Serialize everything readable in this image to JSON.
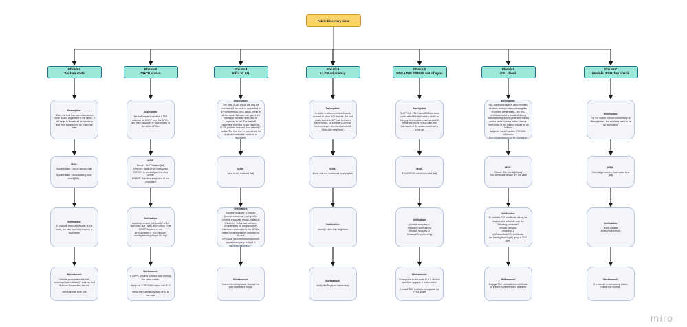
{
  "root": {
    "title": "Fabric Discovery issue"
  },
  "checks": [
    {
      "line1": "Check:1",
      "line2": "System state",
      "description": "When the leaf has been allocated a Node ID and registered to the fabric, it will begin to download its bootstrap and then transition to an in-service state.",
      "msg": "System state - out-of-service [fail]\n\nSystem state - downloading-boot-script [FAIL]",
      "verification": "To validate the current state of the node, the user can run moquery -c topSystem",
      "workaround": "Validate parameters like role, bootstrapState/infaand IP address and if above Parameters are not\n\ncheck anmail from leaf"
    },
    {
      "line1": "Check:2",
      "line2": "DHCP status",
      "description": "the leaf needs to receive a TEP address via DHCP from the APIC1 and then establish IP connectivity to the other APICs.",
      "msg": "Check - DHCP status [fail]\nERROR: node Id not configured\nERROR: Ip not assigned by dhcp server\nERROR: Address assigner's IP not populated",
      "verification": "tcpdump -ni kpm_inb port 67 or 68\napic1# ps aux | grep dhcp check if the DHCP is active or not\nAPIC# egrep -F \"IDC dhcpdx\" /var/log/dme/log/dhcpd.bin.log*",
      "workaround": "If DHPC process is active and working for other nodes\n\nVerify the TCPDUMP output with TAC\n\nVerify the reachability from APIC to that node"
    },
    {
      "line1": "Check:3",
      "line2": "Infra VLAN",
      "description": "The Infra VLAN check will only be successful if the node is connected to a Pod where an APIC exists. If this is not the case, the user can ignore the message because the check is expected to fail. The leaf will determine the infra VLAN based on LLDP packets received from other ACI nodes. The first one it receives will be accepted when the switch is in discovery.",
      "msg": "Infra VLAN received [fail]",
      "verification": "(none)# moquery -c lldpInst\n(none)# show vlan | egrep infra\n(none)# show vlan encap-id start-id\nIf the infra VLAN has not been programmed on the switchport interfaces connected to the APICs, check for wiring issues detected by the leaf.\nAPIC#cat /proc/net/bonding/bond0\n(none)# moquery -c lldpIf -f 'lldp.If.wiringIssues!=\"\"'",
      "workaround": "Check the wiring issue, Bounce the port connected to apic"
    },
    {
      "line1": "Check:4",
      "line2": "LLDP adjacency",
      "description": "In order to determine which ports connect to other ACI devices, the leaf must receive LLDP from the other fabric nodes. To validate LLDP has been received, the user can check 'show lldp neighbors'.",
      "msg": "Error: leaf not connected to any spine",
      "verification": "(none)# show lldp neighbors",
      "workaround": "Verify the Physical connectivity"
    },
    {
      "line1": "Check:5",
      "line2": "FPGA/EPLD/BIOS out of sync",
      "description": "The FPGA, EPLD and BIOS versions could affect the leaf node's ability to bring up the modules as expected. If these are too far out of date, the interfaces of the switch could fail to come up.",
      "msg": "FPGA/BIOS out of sync test [fail]",
      "verification": "(none)# moquery -c firmwareCardRunning\n(none)# moquery -c firmwareCompRunning",
      "workaround": "Downgrade to the node to N-1 version and then upgrade it to N version.\n\nContact TAC for steps to upgrade the FPGA alone"
    },
    {
      "line1": "Check:6",
      "line2": "SSL check",
      "description": "SSL communication is used between all fabric nodes to ensure encryption of control plane traffic. The SSL certificate used is installed during manufacturing and is generated based on the serial number of the chassis. The format of the subject should be as follows:\nsubject= /serialNumber=PID:N9K-C93xxxxx SN:FDOxxxxxxxx/CN=FDOxxxxxxxx",
      "msg": "Check- SSL check [check]\nSSL certificate details are not valid",
      "verification": "To validate SSL certificate during the discovery of a switch, use the following command.\nonlogic verifyssl:\nmoquery -c pkiFabricNodeSSLCertificate\ncat /var/log/dme/log/* | grep -n \"SSL cert\"",
      "workaround": "Engage TAC to install new certificate or if there is difference in datetime"
    },
    {
      "line1": "Check:7",
      "line2": "Module, PSU, fan check",
      "description": "For the switch to have connectivity to other devices, the modules need to be up and online.",
      "msg": "Checking modules, power and fans [fail]",
      "verification": "show module\nshow environment",
      "workaround": "If a module is not coming online, reseat the module."
    }
  ],
  "labels": {
    "description": "Description:",
    "msg": "MSG:",
    "verification": "Verification:",
    "workaround": "Workaround:"
  },
  "colors": {
    "root_fill": "#fbd46b",
    "root_border": "#e0922e",
    "check_fill": "#9be7d8",
    "check_border": "#1a6f8c",
    "card_fill": "#f3f5fb",
    "card_border": "#b9c5de",
    "connector": "#1a1a1a"
  },
  "branding": {
    "watermark": "miro"
  }
}
